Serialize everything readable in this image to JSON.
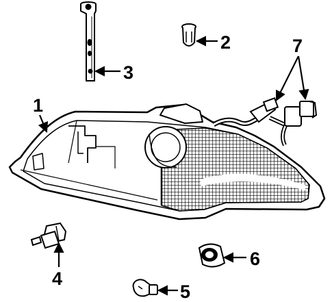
{
  "callouts": [
    {
      "number": "1"
    },
    {
      "number": "2"
    },
    {
      "number": "3"
    },
    {
      "number": "4"
    },
    {
      "number": "5"
    },
    {
      "number": "6"
    },
    {
      "number": "7"
    }
  ],
  "colors": {
    "line": "#000000",
    "background": "#ffffff"
  }
}
